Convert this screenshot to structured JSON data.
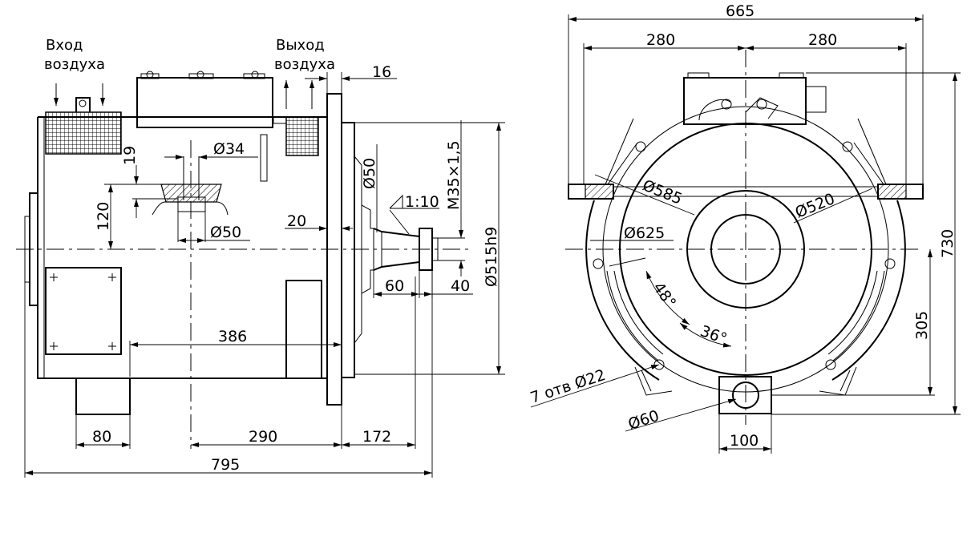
{
  "side_view": {
    "air_inlet_line1": "Вход",
    "air_inlet_line2": "воздуха",
    "air_outlet_line1": "Выход",
    "air_outlet_line2": "воздуха",
    "dims": {
      "d16": "16",
      "d_phi34": "Ø34",
      "d19": "19",
      "d120": "120",
      "d_phi50_hole": "Ø50",
      "d_phi50_shaft": "Ø50",
      "d_m35": "M35×1,5",
      "d_taper": "1:10",
      "d20": "20",
      "d_phi515": "Ø515h9",
      "d60": "60",
      "d40": "40",
      "d386": "386",
      "d80": "80",
      "d290": "290",
      "d172": "172",
      "d795": "795"
    }
  },
  "front_view": {
    "dims": {
      "d665": "665",
      "d280_left": "280",
      "d280_right": "280",
      "d_phi585": "Ø585",
      "d_phi520": "Ø520",
      "d_phi625": "Ø625",
      "d48": "48°",
      "d36": "36°",
      "d_holes": "7 отв Ø22",
      "d_phi60": "Ø60",
      "d100": "100",
      "d305": "305",
      "d730": "730"
    }
  }
}
